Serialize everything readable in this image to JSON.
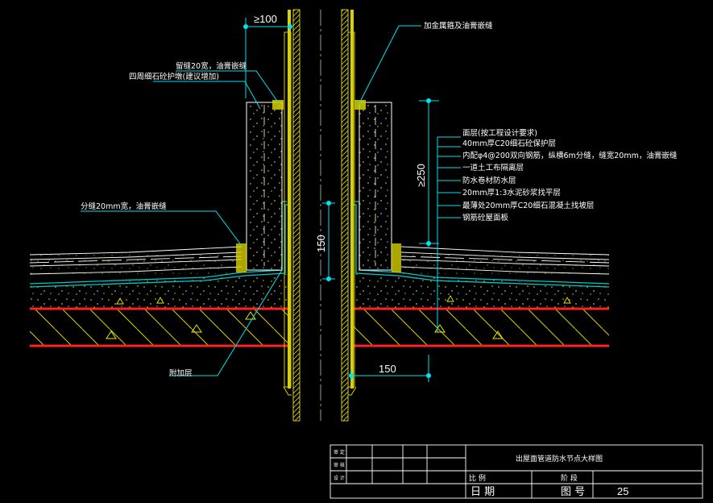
{
  "labels": {
    "top_right": "加金属箍及油膏嵌缝",
    "left_joint": "留缝20宽，油膏嵌缝",
    "left_fill": "四周细石砼护墩(建议增加)",
    "layer_surface": "面层(按工程设计要求)",
    "layer_c20": "40mm厚C20细石砼保护层",
    "layer_rebar": "内配φ4@200双向钢筋，纵横6m分缝，缝宽20mm，油膏嵌缝",
    "layer_isolation": "一道土工布隔离层",
    "layer_waterproof": "防水卷材防水层",
    "layer_mortar": "20mm厚1:3水泥砂浆找平层",
    "layer_slope": "最薄处20mm厚C20细石混凝土找坡层",
    "layer_slab": "钢筋砼屋面板",
    "left_split": "分缝20mm宽，油膏嵌缝",
    "additional": "附加层"
  },
  "dims": {
    "top": "≥100",
    "right_h": "≥250",
    "mid_h": "150",
    "bottom_w": "150"
  },
  "titleblock": {
    "drawing_title": "出屋面管道防水节点大样图",
    "row_labels": [
      "审 定",
      "审 核",
      "设 计"
    ],
    "scale_label": "比  例",
    "stage_label": "阶  段",
    "date_label": "日 期",
    "number_label": "图  号",
    "number_value": "25"
  },
  "colors": {
    "background": "#000000",
    "pipe": "#d8d000",
    "dimension": "#00e5ee",
    "slab_line": "#ff2020",
    "waterproof": "#00c8c8",
    "concrete": "#ffffff"
  }
}
